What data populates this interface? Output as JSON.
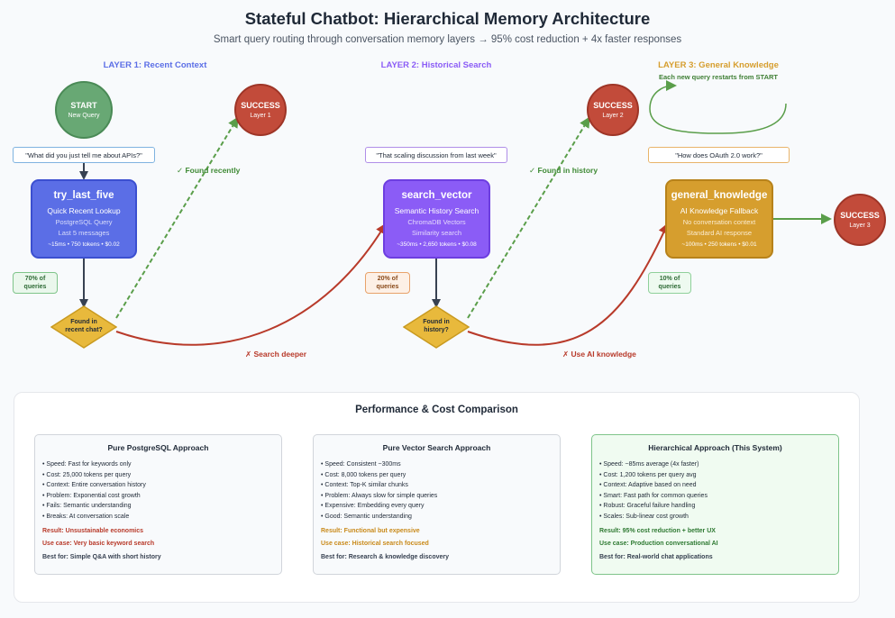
{
  "header": {
    "title": "Stateful Chatbot: Hierarchical Memory Architecture",
    "subtitle": "Smart query routing through conversation memory layers → 95% cost reduction + 4x faster responses"
  },
  "layers": {
    "l1": {
      "label": "LAYER 1: Recent Context",
      "color": "#5b6ee6"
    },
    "l2": {
      "label": "LAYER 2: Historical Search",
      "color": "#8b5cf6"
    },
    "l3": {
      "label": "LAYER 3: General Knowledge",
      "color": "#d69e2e",
      "note": "Each new query restarts from START"
    }
  },
  "nodes": {
    "start": {
      "title": "START",
      "sub": "New Query"
    },
    "success1": {
      "title": "SUCCESS",
      "sub": "Layer 1"
    },
    "success2": {
      "title": "SUCCESS",
      "sub": "Layer 2"
    },
    "success3": {
      "title": "SUCCESS",
      "sub": "Layer 3"
    },
    "try_last_five": {
      "title": "try_last_five",
      "line1": "Quick Recent Lookup",
      "line2": "PostgreSQL Query",
      "line3": "Last 5 messages",
      "metrics": "~15ms • 750 tokens • $0.02"
    },
    "search_vector": {
      "title": "search_vector",
      "line1": "Semantic History Search",
      "line2": "ChromaDB Vectors",
      "line3": "Similarity search",
      "metrics": "~350ms • 2,650 tokens • $0.08"
    },
    "general_knowledge": {
      "title": "general_knowledge",
      "line1": "AI Knowledge Fallback",
      "line2": "No conversation context",
      "line3": "Standard AI response",
      "metrics": "~100ms • 250 tokens • $0.01"
    },
    "decision1": {
      "line1": "Found in",
      "line2": "recent chat?"
    },
    "decision2": {
      "line1": "Found in",
      "line2": "history?"
    }
  },
  "queries": {
    "q1": "\"What did you just tell me about APIs?\"",
    "q2": "\"That scaling discussion from last week\"",
    "q3": "\"How does OAuth 2.0 work?\""
  },
  "percentages": {
    "p1": {
      "line1": "70% of",
      "line2": "queries"
    },
    "p2": {
      "line1": "20% of",
      "line2": "queries"
    },
    "p3": {
      "line1": "10% of",
      "line2": "queries"
    }
  },
  "edges": {
    "found_recently": "✓ Found recently",
    "found_history": "✓ Found in history",
    "search_deeper": "✗ Search deeper",
    "use_ai": "✗ Use AI knowledge"
  },
  "performance": {
    "title": "Performance & Cost Comparison",
    "cards": [
      {
        "title": "Pure PostgreSQL Approach",
        "items": [
          "• Speed: Fast for keywords only",
          "• Cost: 25,000 tokens per query",
          "• Context: Entire conversation history",
          "• Problem: Exponential cost growth",
          "• Fails: Semantic understanding",
          "• Breaks: At conversation scale"
        ],
        "result": "Result: Unsustainable economics",
        "use_case": "Use case: Very basic keyword search",
        "best_for": "Best for: Simple Q&A with short history"
      },
      {
        "title": "Pure Vector Search Approach",
        "items": [
          "• Speed: Consistent ~300ms",
          "• Cost: 8,000 tokens per query",
          "• Context: Top-K similar chunks",
          "• Problem: Always slow for simple queries",
          "• Expensive: Embedding every query",
          "• Good: Semantic understanding"
        ],
        "result": "Result: Functional but expensive",
        "use_case": "Use case: Historical search focused",
        "best_for": "Best for: Research & knowledge discovery"
      },
      {
        "title": "Hierarchical Approach (This System)",
        "items": [
          "• Speed: ~85ms average (4x faster)",
          "• Cost: 1,200 tokens per query avg",
          "• Context: Adaptive based on need",
          "• Smart: Fast path for common queries",
          "• Robust: Graceful failure handling",
          "• Scales: Sub-linear cost growth"
        ],
        "result": "Result: 95% cost reduction + better UX",
        "use_case": "Use case: Production conversational AI",
        "best_for": "Best for: Real-world chat applications"
      }
    ]
  },
  "colors": {
    "start": "#68a874",
    "success": "#c24b3a",
    "blue": "#5b6ee6",
    "purple": "#8b5cf6",
    "gold": "#d69e2e",
    "green_arrow": "#5a9e4a",
    "red_arrow": "#b83a2a",
    "diamond": "#e8b93c"
  }
}
